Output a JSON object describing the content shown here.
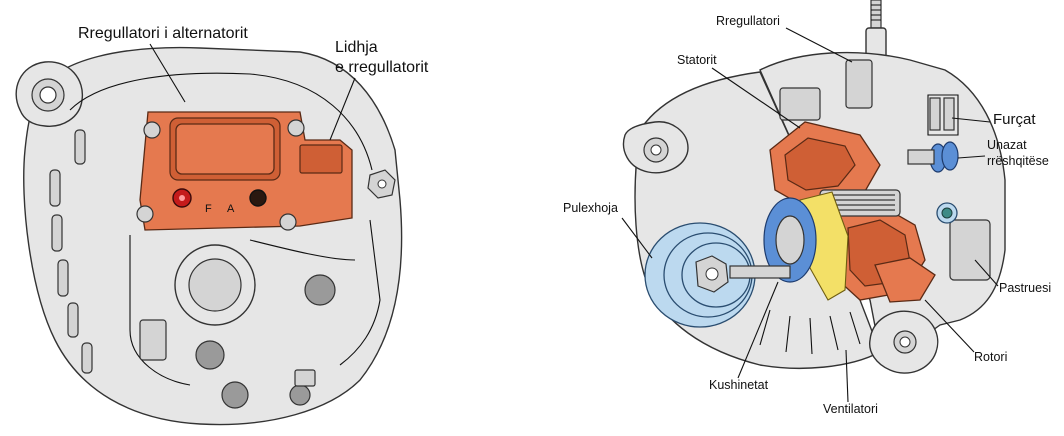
{
  "left_diagram": {
    "labels": {
      "regulator": "Rregullatori i alternatorit",
      "connector_line1": "Lidhja",
      "connector_line2": "e rregullatorit",
      "terminal_f": "F",
      "terminal_a": "A"
    }
  },
  "right_diagram": {
    "labels": {
      "regulator": "Rregullatori",
      "stator": "Statorit",
      "brushes": "Furçat",
      "slip_rings_line1": "Unazat",
      "slip_rings_line2": "rrëshqitëse",
      "pulley": "Pulexhoja",
      "rectifier": "Pastruesi",
      "rotor": "Rotori",
      "bearings": "Kushinetat",
      "fan": "Ventilatori"
    }
  },
  "colors": {
    "regulator_orange": "#e5794f",
    "slip_ring_blue": "#5b8fd6",
    "pulley_light_blue": "#bcd9ef",
    "fan_yellow": "#f3e067",
    "housing_gray": "#e6e6e6"
  }
}
